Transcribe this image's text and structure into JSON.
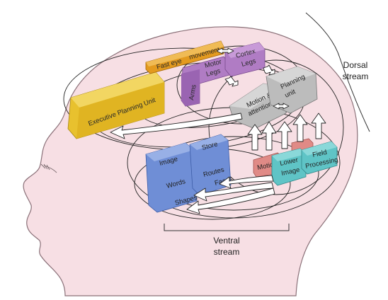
{
  "diagram": {
    "streams": {
      "dorsal_line1": "Dorsal",
      "dorsal_line2": "stream",
      "ventral_line1": "Ventral",
      "ventral_line2": "stream"
    },
    "blocks": {
      "executive_planning_unit": "Executive Planning Unit",
      "fast_eye": "Fast eye",
      "movement": "movement",
      "motor_legs_line1": "Motor",
      "motor_legs_line2": "Legs",
      "arms": "Arms",
      "cortex_legs_line1": "Cortex",
      "cortex_legs_line2": "Legs",
      "motion_attention_line1": "Motion &",
      "motion_attention_line2": "attention",
      "planning_unit_line1": "Planning",
      "planning_unit_line2": "unit",
      "motion": "Motion",
      "lower": "Lower",
      "image_small": "Image",
      "field": "Field",
      "processing": "Processing",
      "image": "Image",
      "words": "Words",
      "shapes": "Shapes",
      "store": "Store",
      "routes": "Routes",
      "faces": "Faces"
    },
    "colors": {
      "head_skin": "#f7dfe4",
      "head_outline": "#8a7078",
      "executive_yellow": "#e8c12e",
      "orange": "#e39a1f",
      "purple": "#b07cc4",
      "grey": "#bcbcbc",
      "blue": "#6f8ed6",
      "red": "#e08a86",
      "teal": "#5fc4c6"
    }
  }
}
